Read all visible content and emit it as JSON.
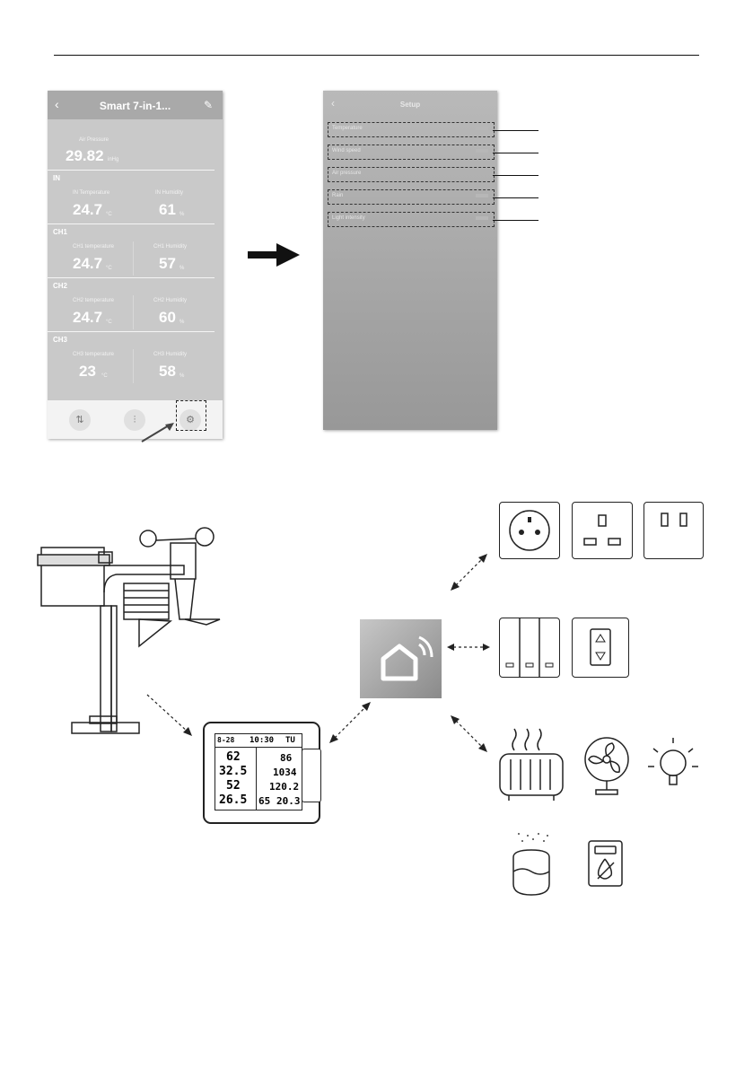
{
  "phone_app": {
    "title": "Smart 7-in-1...",
    "sections": {
      "pressure": {
        "label": "Air Pressure",
        "value": "29.82",
        "unit": "inHg"
      },
      "in": {
        "header": "IN",
        "temp_label": "IN Temperature",
        "temp_value": "24.7",
        "temp_unit": "°C",
        "hum_label": "IN Humidity",
        "hum_value": "61",
        "hum_unit": "%"
      },
      "ch1": {
        "header": "CH1",
        "temp_label": "CH1 temperature",
        "temp_value": "24.7",
        "temp_unit": "°C",
        "hum_label": "CH1 Humidity",
        "hum_value": "57",
        "hum_unit": "%"
      },
      "ch2": {
        "header": "CH2",
        "temp_label": "CH2 temperature",
        "temp_value": "24.7",
        "temp_unit": "°C",
        "hum_label": "CH2 Humidity",
        "hum_value": "60",
        "hum_unit": "%"
      },
      "ch3": {
        "header": "CH3",
        "temp_label": "CH3 temperature",
        "temp_value": "23",
        "temp_unit": "°C",
        "hum_label": "CH3 Humidity",
        "hum_value": "58",
        "hum_unit": "%"
      }
    }
  },
  "setup_screen": {
    "title": "Setup",
    "items": [
      {
        "label": "Temperature"
      },
      {
        "label": "Wind speed"
      },
      {
        "label": "Air pressure"
      },
      {
        "label": "Rain"
      },
      {
        "label": "Light intensity"
      }
    ]
  },
  "console_display": {
    "date": "8-28",
    "time": "10:30",
    "day": "TU",
    "r1_left": "62",
    "r1_right": "86",
    "r2_left": "32.5",
    "r2_right": "1034",
    "r3_left": "52",
    "r3_right": "120.2",
    "r4_left": "26.5",
    "r4_mid": "65",
    "r4_right": "20.3"
  },
  "colors": {
    "screen": "#c9c9c9",
    "setup_screen": "#a8a8a8",
    "hub": "#a6a6a6"
  }
}
